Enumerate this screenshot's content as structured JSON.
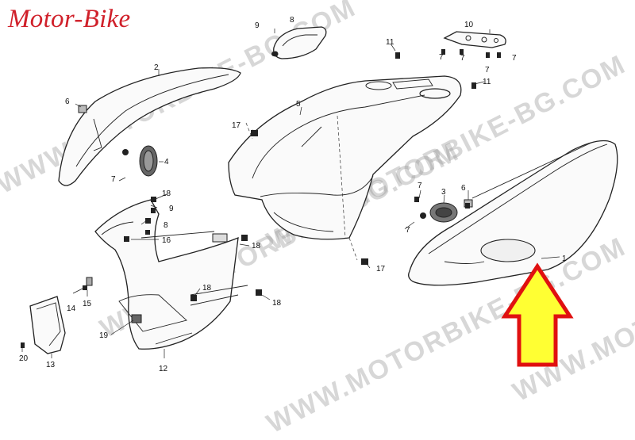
{
  "brand": "Motor-Bike",
  "watermark": "WWW.MOTORBIKE-BG.COM",
  "colors": {
    "brand": "#d0202a",
    "arrow_fill": "#ffff33",
    "arrow_stroke": "#e01010"
  },
  "callouts": {
    "p1": "1",
    "p2": "2",
    "p3": "3",
    "p4": "4",
    "p5": "5",
    "p6": "6",
    "p7": "7",
    "p8": "8",
    "p9": "9",
    "p10": "10",
    "p11": "11",
    "p12": "12",
    "p13": "13",
    "p14": "14",
    "p15": "15",
    "p16": "16",
    "p17": "17",
    "p18": "18",
    "p19": "19",
    "p20": "20"
  }
}
